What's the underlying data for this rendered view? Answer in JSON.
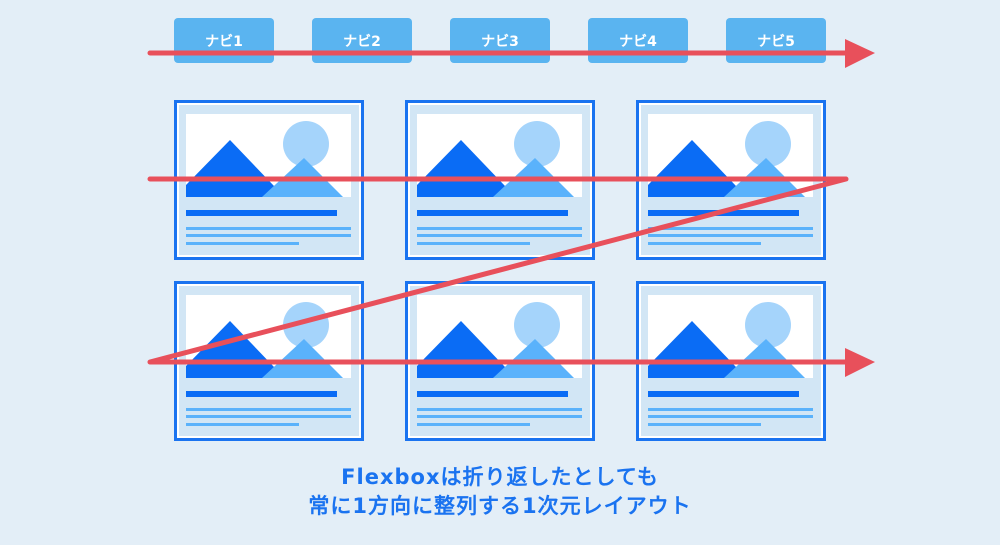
{
  "nav": [
    "ナビ1",
    "ナビ2",
    "ナビ3",
    "ナビ4",
    "ナビ5"
  ],
  "cards_count": 6,
  "caption": {
    "line1": "Flexboxは折り返したとしても",
    "line2": "常に1方向に整列する1次元レイアウト"
  },
  "colors": {
    "background": "#e3eef7",
    "nav": "#5ab4f0",
    "accent": "#1a73f0",
    "arrow": "#e8505b"
  }
}
